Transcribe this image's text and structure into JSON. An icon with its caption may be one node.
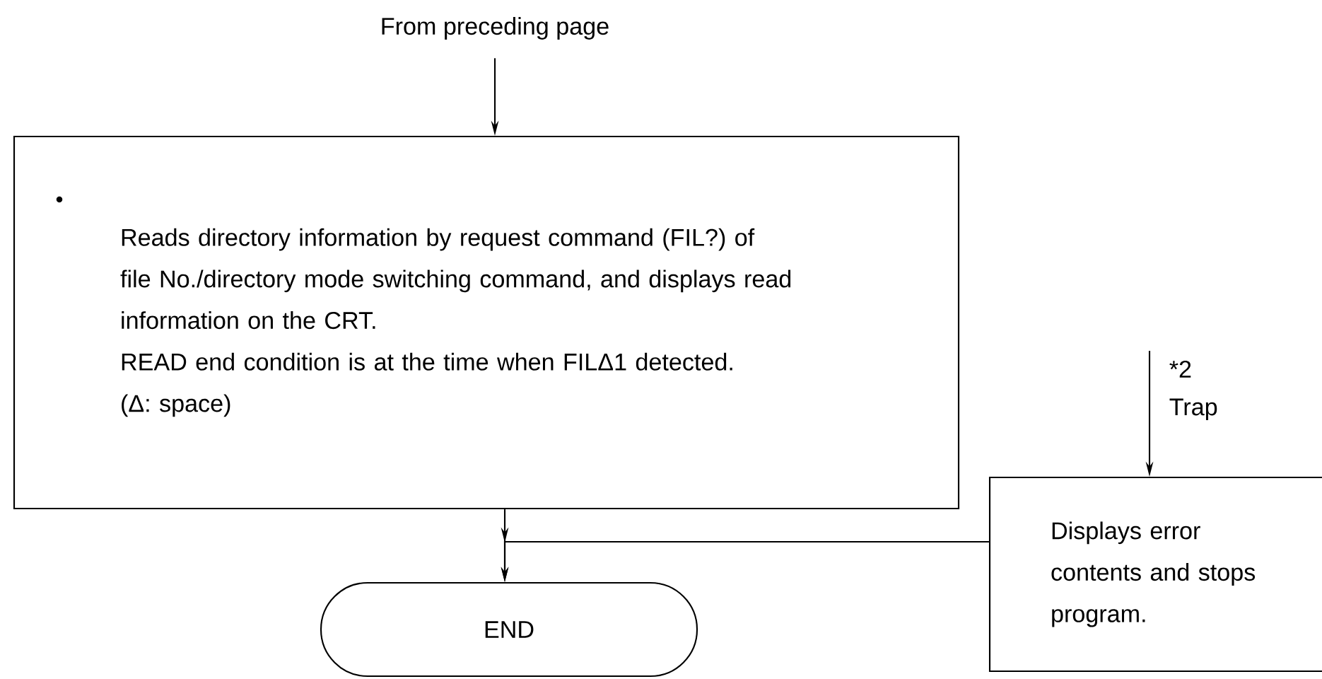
{
  "diagram": {
    "nodes": [
      {
        "text": [
          "From preceding page"
        ]
      },
      {
        "text": [
          "Reads directory information by request command (FIL?) of file No./directory mode switching command, and displays read information on the CRT.",
          "READ end condition is at the time when FILΔ1 detected.",
          "(Δ: space)"
        ]
      },
      {
        "text": [
          "END"
        ]
      },
      {
        "text": [
          "Displays error contents and stops program."
        ]
      }
    ],
    "edges": [
      {
        "from": 0,
        "to": 1,
        "arrow": "to"
      },
      {
        "from": 1,
        "to": 2,
        "arrow": "to"
      },
      {
        "from": 3,
        "to": 2,
        "arrow": "to"
      },
      {
        "from": null,
        "to": 3,
        "arrow": "to",
        "label": "*2 Trap"
      }
    ]
  }
}
